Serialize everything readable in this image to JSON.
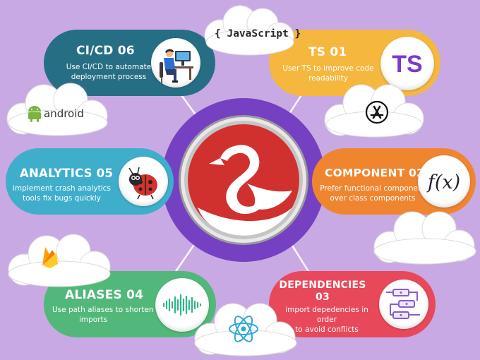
{
  "hub": {
    "logo": "swan-logo"
  },
  "cards": [
    {
      "id": "cicd",
      "title": "CI/CD 06",
      "lines": [
        "Use CI/CD to automate",
        "deployment process"
      ],
      "color": "#266e84",
      "icon": "developer-at-desk-icon"
    },
    {
      "id": "ts",
      "title": "TS 01",
      "lines": [
        "User TS to improve code",
        "readability"
      ],
      "color": "#f5b73d",
      "icon": "typescript-icon",
      "icon_text": "TS"
    },
    {
      "id": "analytics",
      "title": "ANALYTICS 05",
      "lines": [
        "implement crash analytics",
        "tools fix bugs quickly"
      ],
      "color": "#3eaecb",
      "icon": "ladybug-icon"
    },
    {
      "id": "component",
      "title": "COMPONENT 02",
      "lines": [
        "Prefer functional component",
        "over class components"
      ],
      "color": "#f0852f",
      "icon": "function-icon",
      "icon_text": "f(x)"
    },
    {
      "id": "aliases",
      "title": "ALIASES 04",
      "lines": [
        "Use path aliases to shorten",
        "imports"
      ],
      "color": "#52b87a",
      "icon": "sound-wave-icon"
    },
    {
      "id": "dependencies",
      "title": "DEPENDENCIES 03",
      "lines": [
        "import depedencies in order",
        "to avoid conflicts"
      ],
      "color": "#e8495a",
      "icon": "flowchart-icon",
      "title_lines": [
        "DEPENDENCIES",
        "03"
      ]
    }
  ],
  "clouds": {
    "javascript": {
      "label": "{ JavaScript }"
    },
    "android": {
      "label": "android",
      "icon": "android-icon"
    },
    "appstore": {
      "icon": "app-store-icon"
    },
    "firebase": {
      "icon": "firebase-icon"
    },
    "react": {
      "icon": "react-icon"
    },
    "plain": {
      "icon": ""
    }
  }
}
